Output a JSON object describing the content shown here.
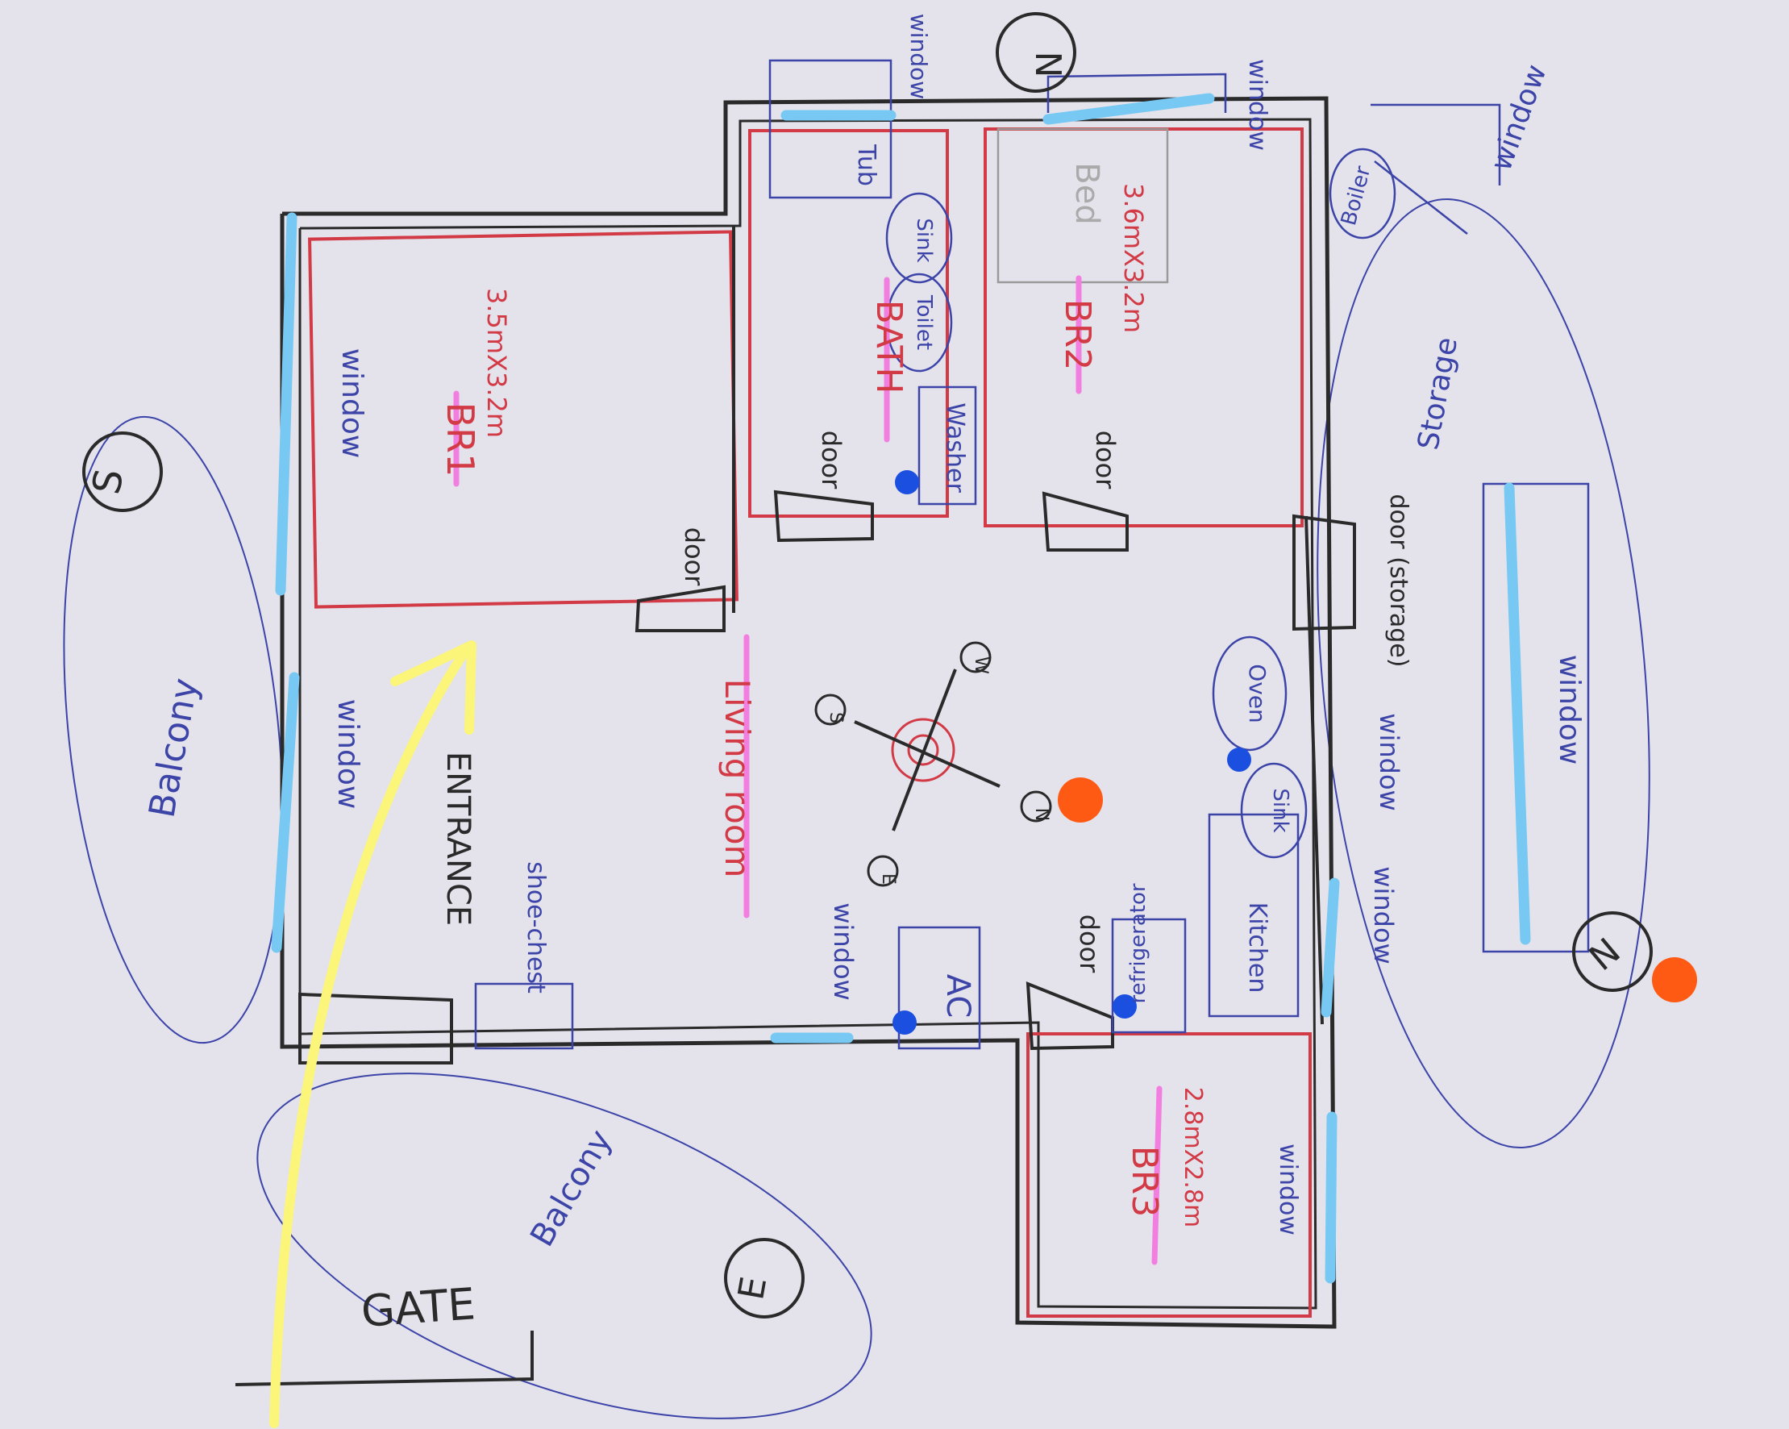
{
  "rooms": {
    "br1": {
      "name": "BR1",
      "size": "3.5mX3.2m"
    },
    "bath": {
      "name": "BATH"
    },
    "br2": {
      "name": "BR2",
      "size": "3.6mX3.2m",
      "bed": "Bed"
    },
    "br3": {
      "name": "BR3",
      "size": "2.8mX2.8m"
    },
    "living": {
      "name": "Living room"
    }
  },
  "labels": {
    "balcony_south": "Balcony",
    "balcony_east": "Balcony",
    "entrance": "ENTRANCE",
    "shoe_chest": "shoe-chest",
    "gate": "GATE",
    "door": "door",
    "window": "window",
    "tub": "Tub",
    "sink": "Sink",
    "toilet": "Toilet",
    "washer": "Washer",
    "boiler": "Boiler",
    "storage": "Storage",
    "door_storage": "door (storage)",
    "kitchen": "Kitchen",
    "oven": "Oven",
    "refrigerator": "refrigerator",
    "ac": "AC"
  },
  "compass": {
    "s": "S",
    "n": "N",
    "e": "E",
    "w": "W"
  },
  "colors": {
    "wall": "#2a2a2a",
    "room_outline": "#d23a46",
    "pencil": "#3c44a8",
    "window_highlight": "#77c8f2",
    "name_underline": "#f27ee0",
    "arrow": "#fbf57a",
    "marker_blue": "#1b4fe0",
    "marker_orange": "#ff5a14"
  }
}
